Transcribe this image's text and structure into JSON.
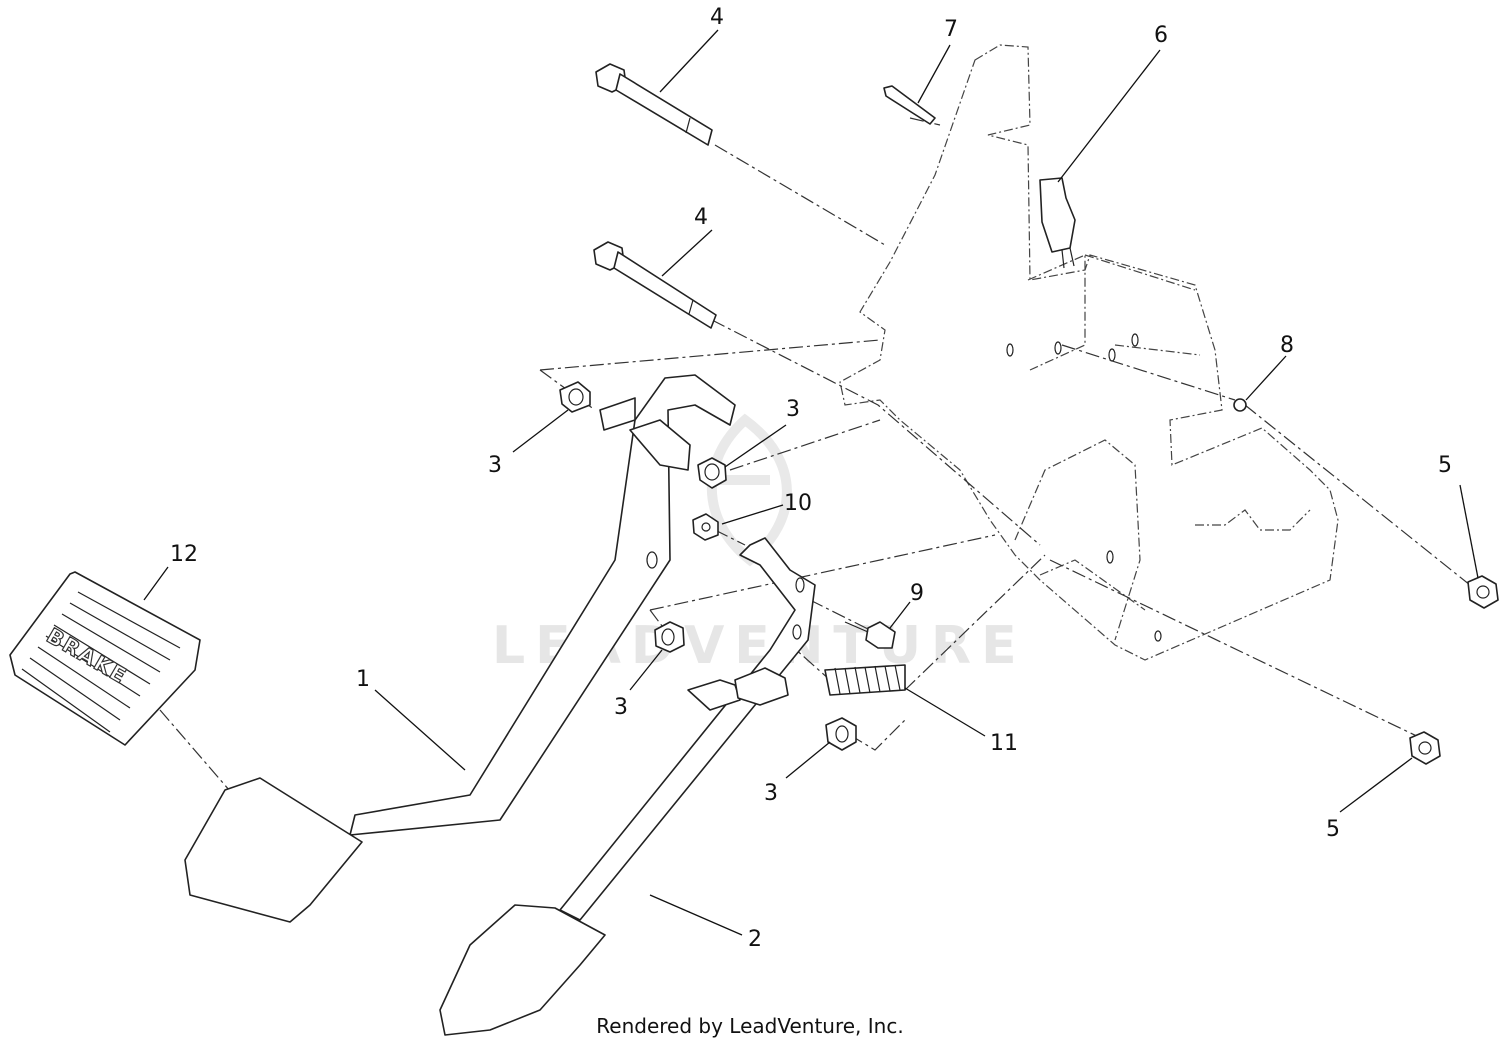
{
  "watermark": "LEADVENTURE",
  "footer": "Rendered by LeadVenture, Inc.",
  "pad_label": "BRAKE",
  "callouts": [
    {
      "id": "c4a",
      "text": "4"
    },
    {
      "id": "c7",
      "text": "7"
    },
    {
      "id": "c6",
      "text": "6"
    },
    {
      "id": "c4b",
      "text": "4"
    },
    {
      "id": "c8",
      "text": "8"
    },
    {
      "id": "c3a",
      "text": "3"
    },
    {
      "id": "c3b",
      "text": "3"
    },
    {
      "id": "c10",
      "text": "10"
    },
    {
      "id": "c5a",
      "text": "5"
    },
    {
      "id": "c12",
      "text": "12"
    },
    {
      "id": "c9",
      "text": "9"
    },
    {
      "id": "c1",
      "text": "1"
    },
    {
      "id": "c3c",
      "text": "3"
    },
    {
      "id": "c11",
      "text": "11"
    },
    {
      "id": "c3d",
      "text": "3"
    },
    {
      "id": "c5b",
      "text": "5"
    },
    {
      "id": "c2",
      "text": "2"
    }
  ]
}
